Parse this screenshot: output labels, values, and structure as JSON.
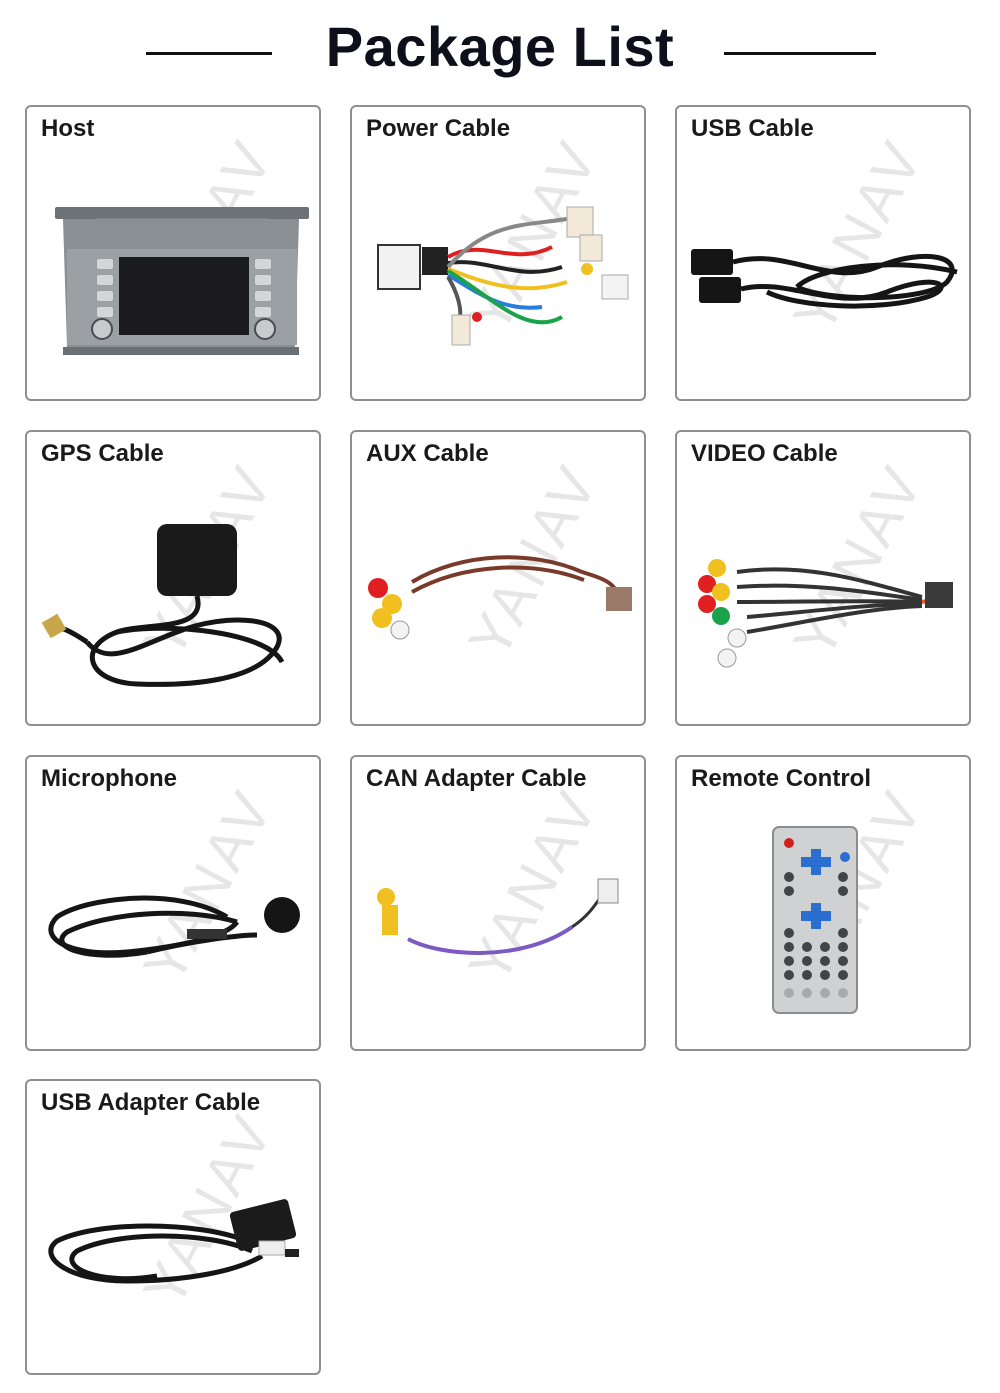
{
  "header": {
    "title": "Package List"
  },
  "watermark": "YANAV",
  "items": [
    {
      "label": "Host"
    },
    {
      "label": "Power Cable"
    },
    {
      "label": "USB Cable"
    },
    {
      "label": "GPS Cable"
    },
    {
      "label": "AUX Cable"
    },
    {
      "label": "VIDEO Cable"
    },
    {
      "label": "Microphone"
    },
    {
      "label": "CAN Adapter Cable"
    },
    {
      "label": "Remote Control"
    },
    {
      "label": "USB Adapter Cable"
    }
  ]
}
